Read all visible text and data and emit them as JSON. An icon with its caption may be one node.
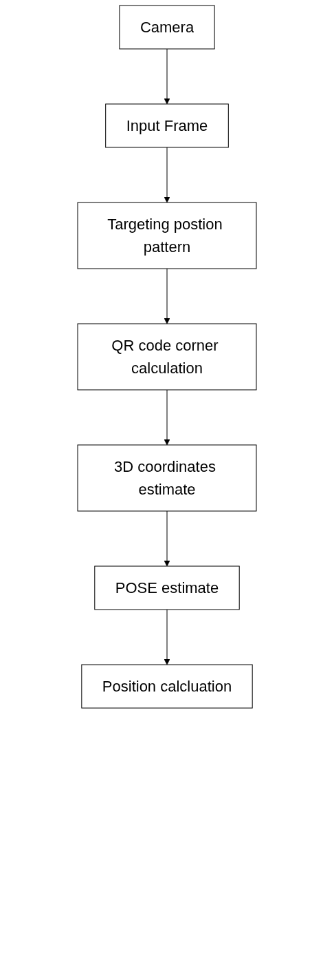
{
  "diagram": {
    "nodes": [
      {
        "text": [
          "Camera"
        ]
      },
      {
        "text": [
          "Input Frame"
        ]
      },
      {
        "text": [
          "Targeting postion pattern"
        ]
      },
      {
        "text": [
          "QR code corner calculation"
        ]
      },
      {
        "text": [
          "3D coordinates estimate"
        ]
      },
      {
        "text": [
          "POSE estimate"
        ]
      },
      {
        "text": [
          "Position calcluation"
        ]
      }
    ],
    "edges": [
      {
        "from": 0,
        "to": 1,
        "arrow": "to"
      },
      {
        "from": 1,
        "to": 2,
        "arrow": "to"
      },
      {
        "from": 2,
        "to": 3,
        "arrow": "to"
      },
      {
        "from": 3,
        "to": 4,
        "arrow": "to"
      },
      {
        "from": 4,
        "to": 5,
        "arrow": "to"
      },
      {
        "from": 5,
        "to": 6,
        "arrow": "to"
      }
    ]
  }
}
